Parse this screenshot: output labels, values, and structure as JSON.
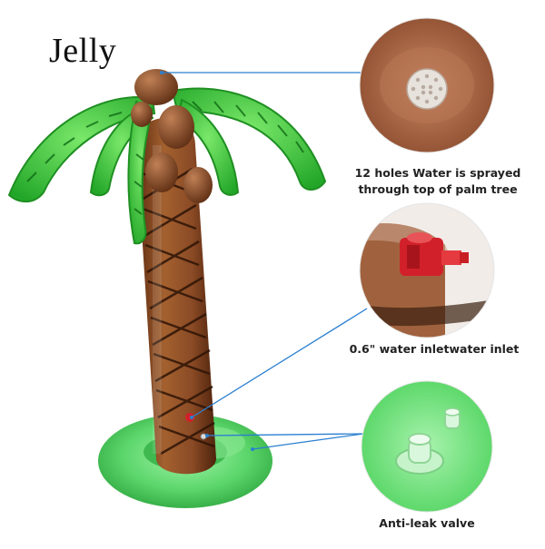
{
  "brand": "Jelly",
  "callouts": [
    {
      "line1": "12 holes  Water is sprayed",
      "line2": "through top of palm tree"
    },
    {
      "line1": "0.6\" water inletwater inlet"
    },
    {
      "line1": "Anti-leak valve"
    }
  ],
  "colors": {
    "leaf_green": "#35c435",
    "trunk_brown": "#8a4a25",
    "ring_green": "#6fe07a",
    "pointer_blue": "#2a7fd0",
    "inlet_red": "#d2202a"
  }
}
